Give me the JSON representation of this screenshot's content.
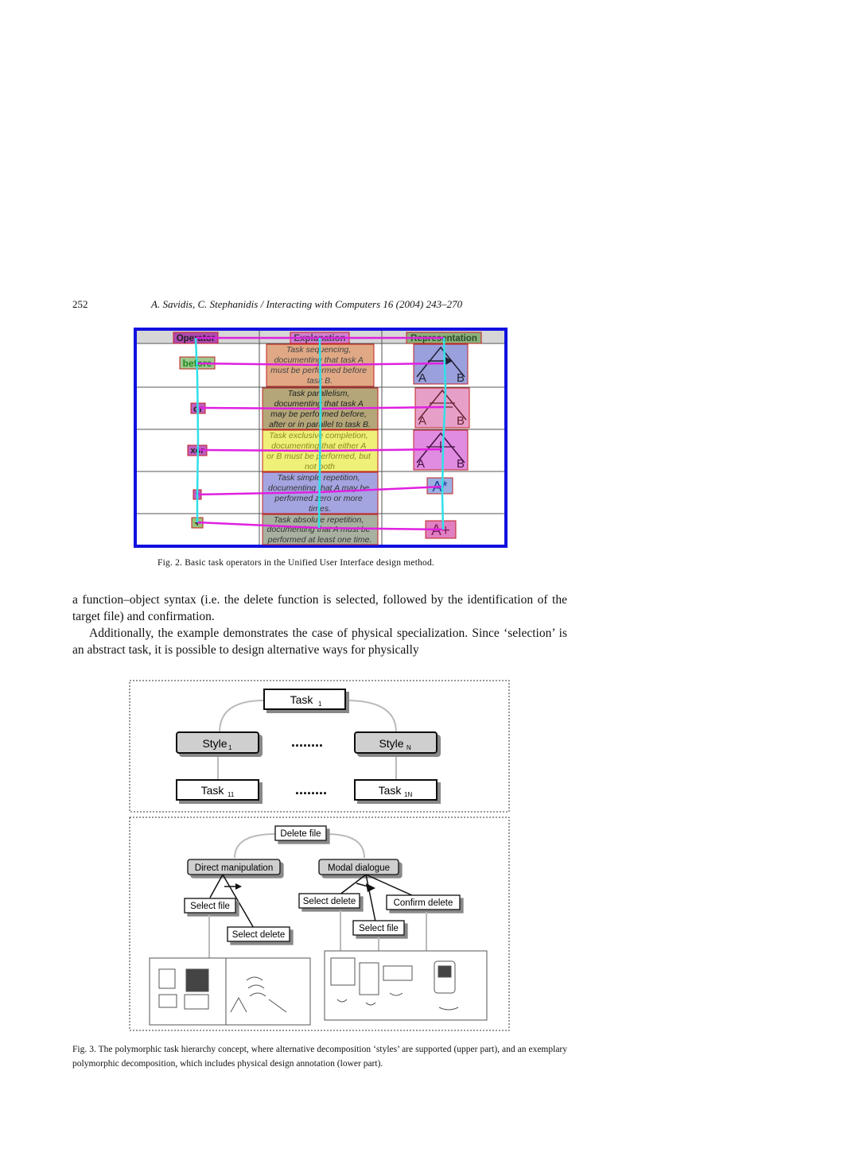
{
  "header": {
    "page_number": "252",
    "running_head": "A. Savidis, C. Stephanidis / Interacting with Computers 16 (2004) 243–270"
  },
  "figure2": {
    "columns": [
      "Operator",
      "Explanation",
      "Representation"
    ],
    "rows": [
      {
        "operator": "before",
        "explanation": [
          "Task sequencing,",
          "documenting that task A",
          "must be performed before",
          "task B."
        ],
        "rep": "tree-arrow"
      },
      {
        "operator": "or",
        "explanation": [
          "Task parallelism,",
          "documenting that task A",
          "may be performed before,",
          "after or in parallel to task B."
        ],
        "rep": "tree-or"
      },
      {
        "operator": "xor",
        "explanation": [
          "Task exclusive completion,",
          "documenting that either A",
          "or B must be performed, but",
          "not both"
        ],
        "rep": "tree-xor"
      },
      {
        "operator": "*",
        "explanation": [
          "Task simple repetition,",
          "documenting that A may be",
          "performed zero or more",
          "times."
        ],
        "rep": "A*"
      },
      {
        "operator": "+",
        "explanation": [
          "Task absolute repetition,",
          "documenting that A must be",
          "performed at least one time."
        ],
        "rep": "A+"
      }
    ],
    "rep_labels": {
      "a": "A",
      "b": "B",
      "a_star": "A*",
      "a_plus": "A+"
    },
    "caption": "Fig. 2. Basic task operators in the Unified User Interface design method.",
    "colors": {
      "frame": "#1010e0",
      "magenta": "#e020e0",
      "cyan": "#30e0e8"
    }
  },
  "body": {
    "p1": "a function–object syntax (i.e. the delete function is selected, followed by the identification of the target file) and confirmation.",
    "p2": "Additionally, the example demonstrates the case of physical specialization. Since ‘selection’ is an abstract task, it is possible to design alternative ways for physically"
  },
  "figure3": {
    "upper": {
      "task_root": "Task",
      "task_root_sub": "1",
      "style1": "Style",
      "style1_sub": "1",
      "styleN": "Style",
      "styleN_sub": "N",
      "dots": "........",
      "task11": "Task",
      "task11_sub": "11",
      "task1N": "Task",
      "task1N_sub": "1N"
    },
    "lower": {
      "delete_file": "Delete file",
      "direct_manipulation": "Direct manipulation",
      "modal_dialogue": "Modal dialogue",
      "select_file_left": "Select file",
      "select_delete_left": "Select delete",
      "select_delete_right": "Select delete",
      "select_file_right": "Select file",
      "confirm_delete": "Confirm delete"
    },
    "caption": "Fig. 3. The polymorphic task hierarchy concept, where alternative decomposition ‘styles’ are supported (upper part), and an exemplary polymorphic decomposition, which includes physical design annotation (lower part)."
  }
}
